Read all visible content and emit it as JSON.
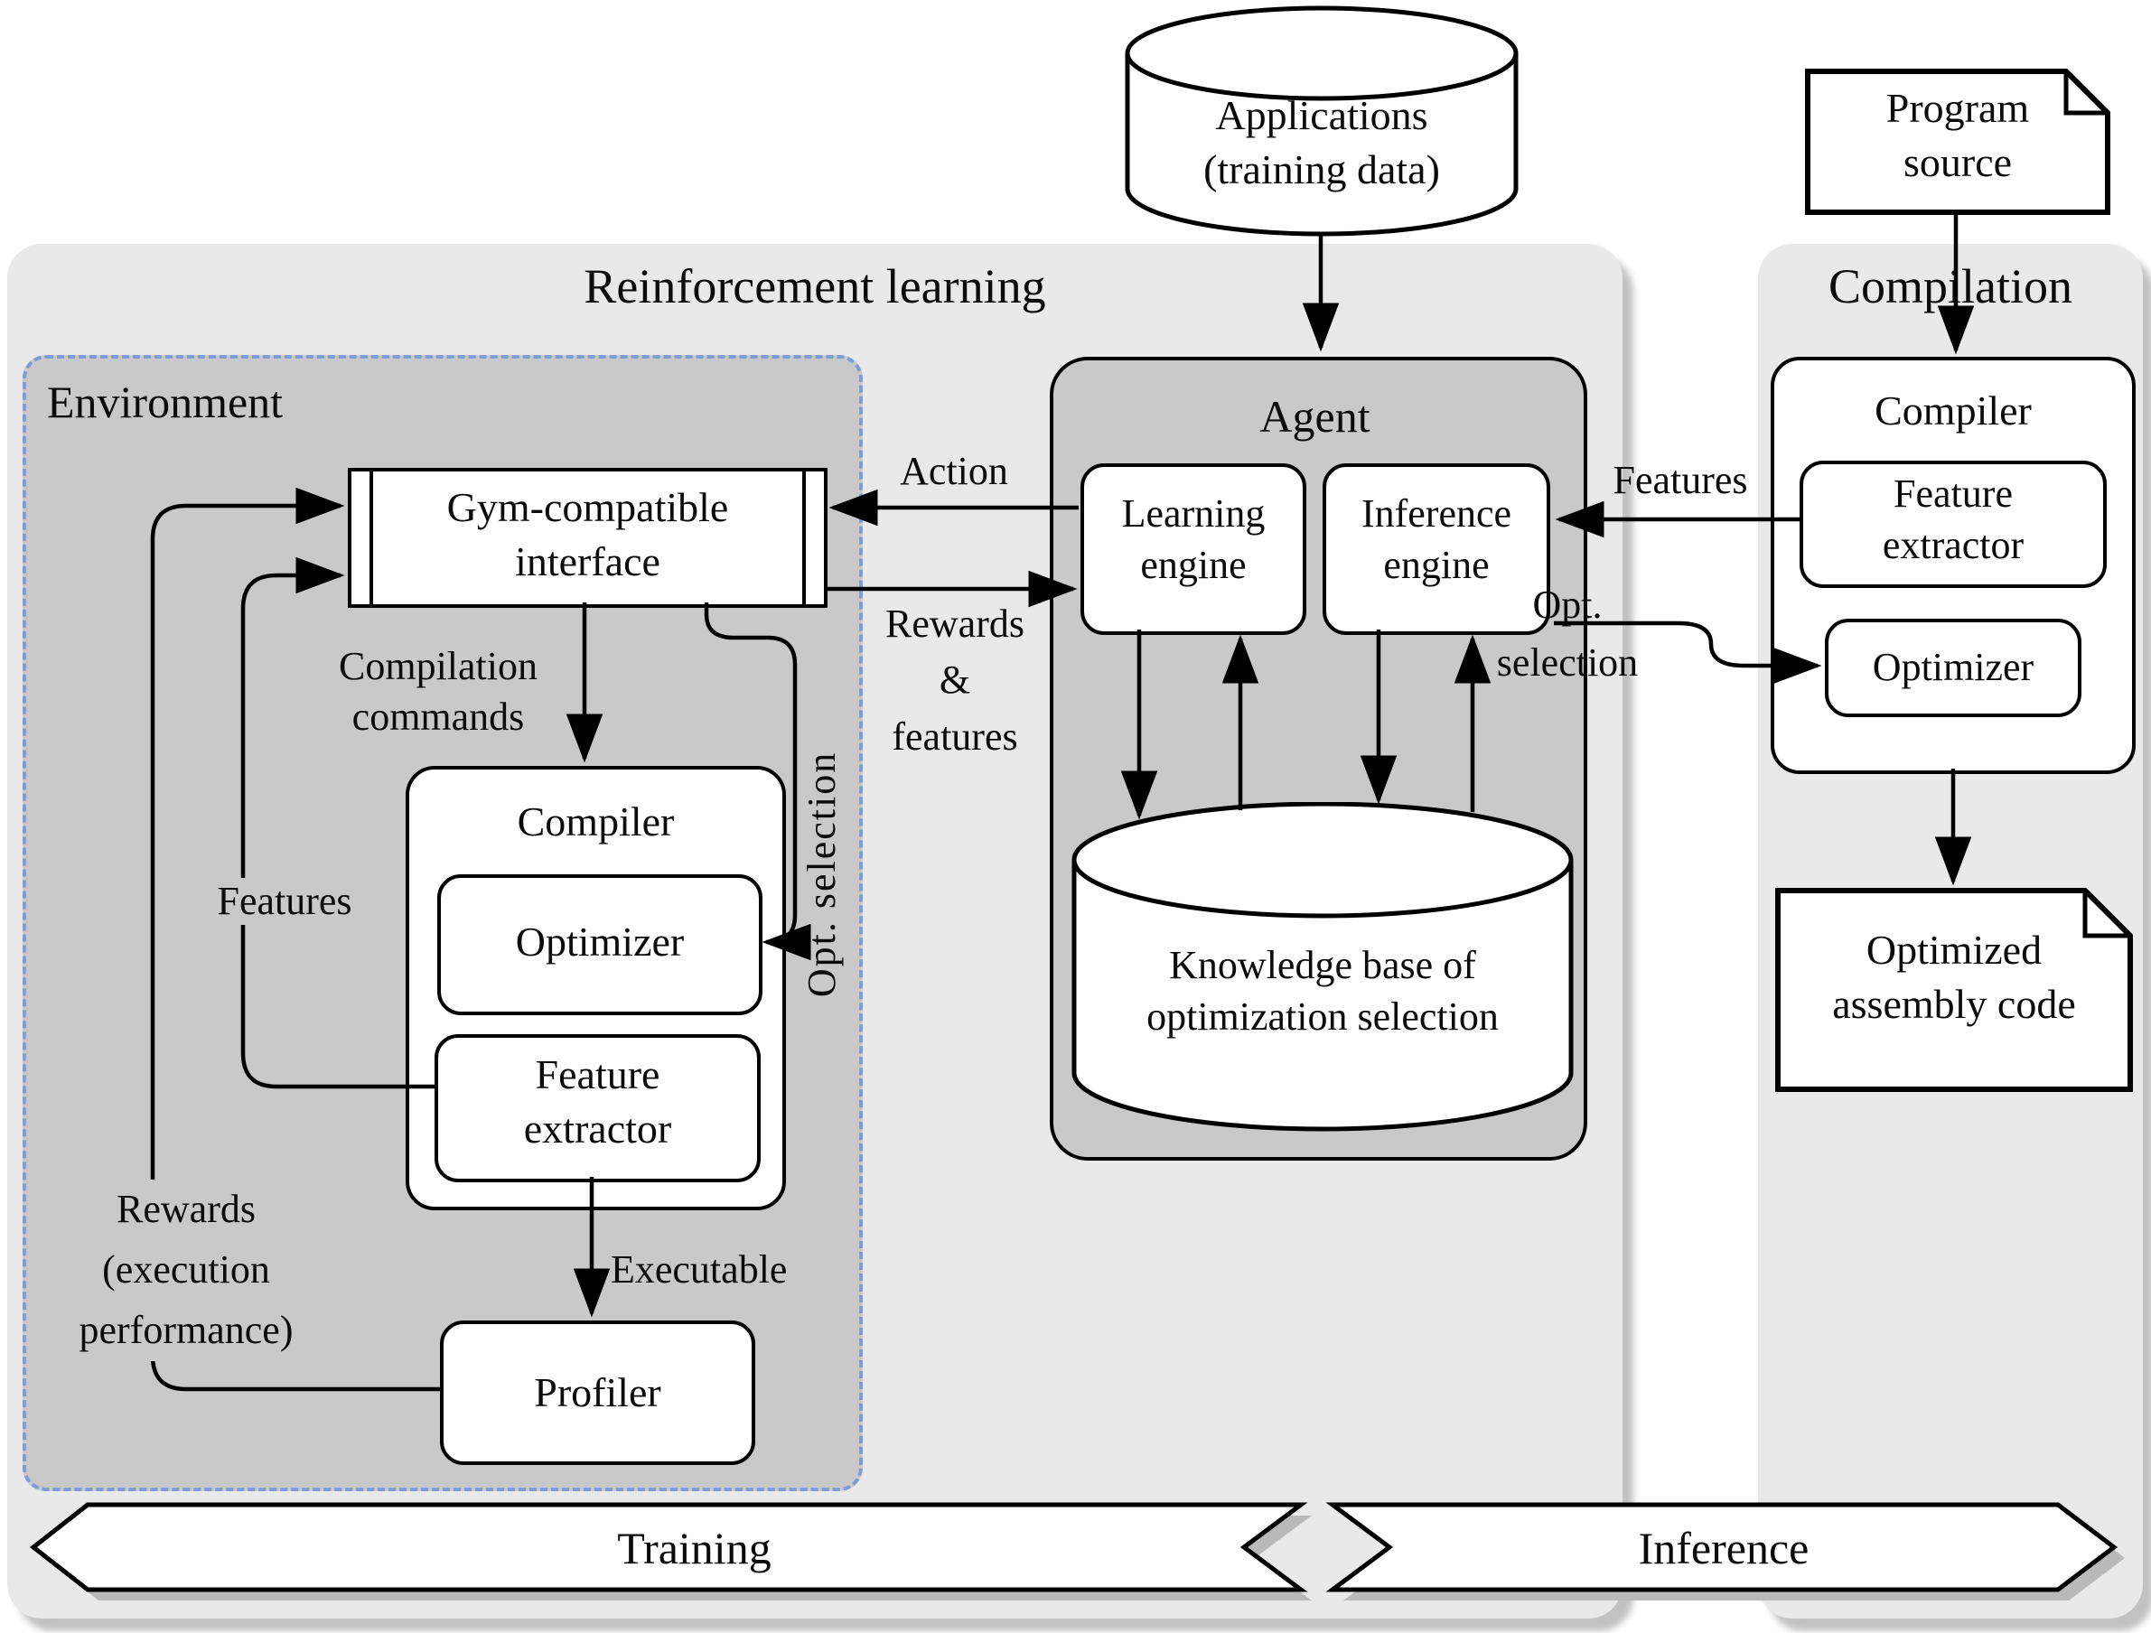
{
  "diagram": {
    "regions": {
      "rl": {
        "title": "Reinforcement learning"
      },
      "compilation": {
        "title": "Compilation"
      },
      "environment": {
        "title": "Environment"
      },
      "agent": {
        "title": "Agent"
      }
    },
    "nodes": {
      "applications": {
        "line1": "Applications",
        "line2": "(training data)"
      },
      "program_source": {
        "line1": "Program",
        "line2": "source"
      },
      "gym_interface": {
        "line1": "Gym-compatible",
        "line2": "interface"
      },
      "learning_engine": {
        "line1": "Learning",
        "line2": "engine"
      },
      "inference_engine": {
        "line1": "Inference",
        "line2": "engine"
      },
      "knowledge_base": {
        "line1": "Knowledge base of",
        "line2": "optimization selection"
      },
      "compiler_left": {
        "title": "Compiler"
      },
      "optimizer_left": {
        "label": "Optimizer"
      },
      "feature_extractor_left": {
        "line1": "Feature",
        "line2": "extractor"
      },
      "profiler": {
        "label": "Profiler"
      },
      "compiler_right": {
        "title": "Compiler"
      },
      "feature_extractor_right": {
        "line1": "Feature",
        "line2": "extractor"
      },
      "optimizer_right": {
        "label": "Optimizer"
      },
      "optimized_assembly": {
        "line1": "Optimized",
        "line2": "assembly code"
      }
    },
    "edge_labels": {
      "action": "Action",
      "rewards_features_1": "Rewards",
      "rewards_features_2": "&",
      "rewards_features_3": "features",
      "compilation_commands_1": "Compilation",
      "compilation_commands_2": "commands",
      "features_left": "Features",
      "rewards_left_1": "Rewards",
      "rewards_left_2": "(execution",
      "rewards_left_3": "performance)",
      "executable": "Executable",
      "opt_selection_left": "Opt. selection",
      "features_right": "Features",
      "opt_right_1": "Opt.",
      "opt_right_2": "selection"
    },
    "banners": {
      "training": "Training",
      "inference": "Inference"
    },
    "colors": {
      "panel": "#e9e9ea",
      "group": "#c9c9ca",
      "dashed_border": "#7e9cd8",
      "line": "#000000",
      "node_fill": "#ffffff",
      "shadow": "#c2c2c2"
    }
  }
}
